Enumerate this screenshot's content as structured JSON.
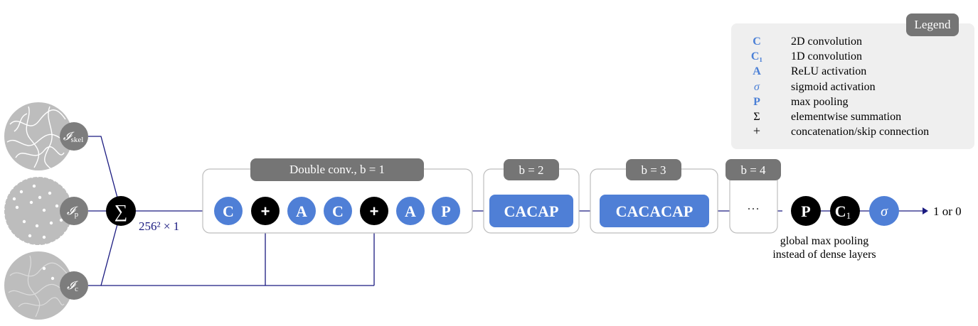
{
  "inputs": [
    {
      "id": "skel",
      "label": "𝓘",
      "sub": "skel"
    },
    {
      "id": "p",
      "label": "𝓘",
      "sub": "p"
    },
    {
      "id": "c",
      "label": "𝓘",
      "sub": "c"
    }
  ],
  "sum_symbol": "∑",
  "shape_label": "256² × 1",
  "blocks": [
    {
      "title": "Double conv., b = 1"
    },
    {
      "title": "b = 2",
      "content": "CACAP"
    },
    {
      "title": "b = 3",
      "content": "CACACAP"
    },
    {
      "title": "b = 4",
      "content": "···"
    }
  ],
  "block1_nodes": [
    "C",
    "+",
    "A",
    "C",
    "+",
    "A",
    "P"
  ],
  "head_nodes": [
    {
      "label": "P"
    },
    {
      "label": "C",
      "sub": "1"
    },
    {
      "label": "σ"
    }
  ],
  "output_label": "1 or 0",
  "head_note": [
    "global max pooling",
    "instead of dense layers"
  ],
  "legend": {
    "title": "Legend",
    "entries": [
      {
        "symbol": "C",
        "text": "2D convolution"
      },
      {
        "symbol": "C₁",
        "text": "1D convolution"
      },
      {
        "symbol": "A",
        "text": "ReLU activation"
      },
      {
        "symbol": "σ",
        "text": "sigmoid activation"
      },
      {
        "symbol": "P",
        "text": "max pooling"
      },
      {
        "symbol": "Σ",
        "text": "elementwise summation"
      },
      {
        "symbol": "+",
        "text": "concatenation/skip connection"
      }
    ]
  },
  "colors": {
    "node_blue": "#4f7fd6",
    "wire": "#1a1a80",
    "pill_gray": "#757575"
  }
}
